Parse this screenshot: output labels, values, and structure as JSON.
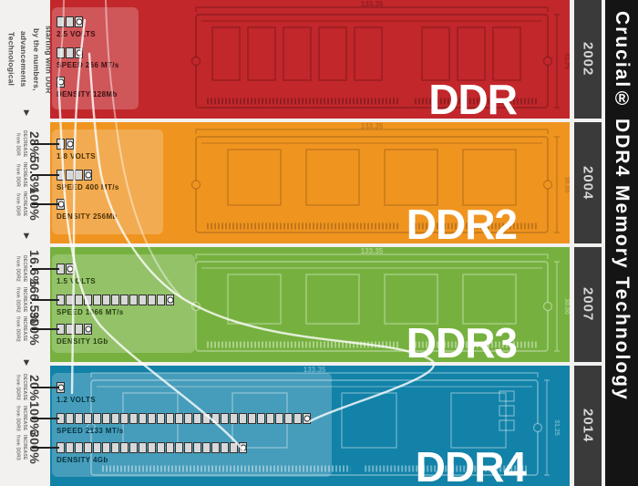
{
  "icons": {
    "down_arrow": "▼"
  },
  "intro": {
    "lines": [
      "Technological advancements",
      "by the numbers,",
      "starting with DDR"
    ]
  },
  "title_bar": {
    "title": "Crucial® DDR4 Memory Technology",
    "bg_color": "#141414"
  },
  "timeline": {
    "box_color": "#3a3a3a"
  },
  "bands": [
    {
      "name": "DDR",
      "year": "2002",
      "label": "DDR",
      "color": "#c2272b",
      "module": {
        "width_label": "133.35",
        "height_label": "31.75"
      },
      "specs": [
        {
          "label": "2.5 VOLTS",
          "chips": 3
        },
        {
          "label": "SPEED 266 MT/s",
          "chips": 3
        },
        {
          "label": "DENSITY 128Mb",
          "chips": 1
        }
      ],
      "stats": []
    },
    {
      "name": "DDR2",
      "year": "2004",
      "label": "DDR2",
      "color": "#f09420",
      "module": {
        "width_label": "133.35",
        "height_label": "30.00"
      },
      "specs": [
        {
          "label": "1.8 VOLTS",
          "chips": 2
        },
        {
          "label": "SPEED 400 MT/s",
          "chips": 4
        },
        {
          "label": "DENSITY 256Mb",
          "chips": 1
        }
      ],
      "stats": [
        {
          "value": "28%",
          "change": "DECREASE",
          "from": "from DDR"
        },
        {
          "value": "50.3%",
          "change": "INCREASE",
          "from": "from DDR"
        },
        {
          "value": "100%",
          "change": "INCREASE",
          "from": "from DDR"
        }
      ]
    },
    {
      "name": "DDR3",
      "year": "2007",
      "label": "DDR3",
      "color": "#76b13f",
      "module": {
        "width_label": "133.35",
        "height_label": "30.00"
      },
      "specs": [
        {
          "label": "1.5 VOLTS",
          "chips": 2
        },
        {
          "label": "SPEED 1066 MT/s",
          "chips": 13
        },
        {
          "label": "DENSITY 1Gb",
          "chips": 4
        }
      ],
      "stats": [
        {
          "value": "16.6%",
          "change": "DECREASE",
          "from": "from DDR2"
        },
        {
          "value": "166.5%",
          "change": "INCREASE",
          "from": "from DDR2"
        },
        {
          "value": "300%",
          "change": "INCREASE",
          "from": "from DDR2"
        }
      ]
    },
    {
      "name": "DDR4",
      "year": "2014",
      "label": "DDR4",
      "color": "#1282a8",
      "module": {
        "width_label": "133.35",
        "height_label": "31.25"
      },
      "specs": [
        {
          "label": "1.2 VOLTS",
          "chips": 1
        },
        {
          "label": "SPEED 2133 MT/s",
          "chips": 28
        },
        {
          "label": "DENSITY 4Gb",
          "chips": 21
        }
      ],
      "stats": [
        {
          "value": "20%",
          "change": "DECREASE",
          "from": "from DDR3"
        },
        {
          "value": "100%",
          "change": "INCREASE",
          "from": "from DDR3"
        },
        {
          "value": "300%",
          "change": "INCREASE",
          "from": "from DDR3"
        }
      ]
    }
  ]
}
